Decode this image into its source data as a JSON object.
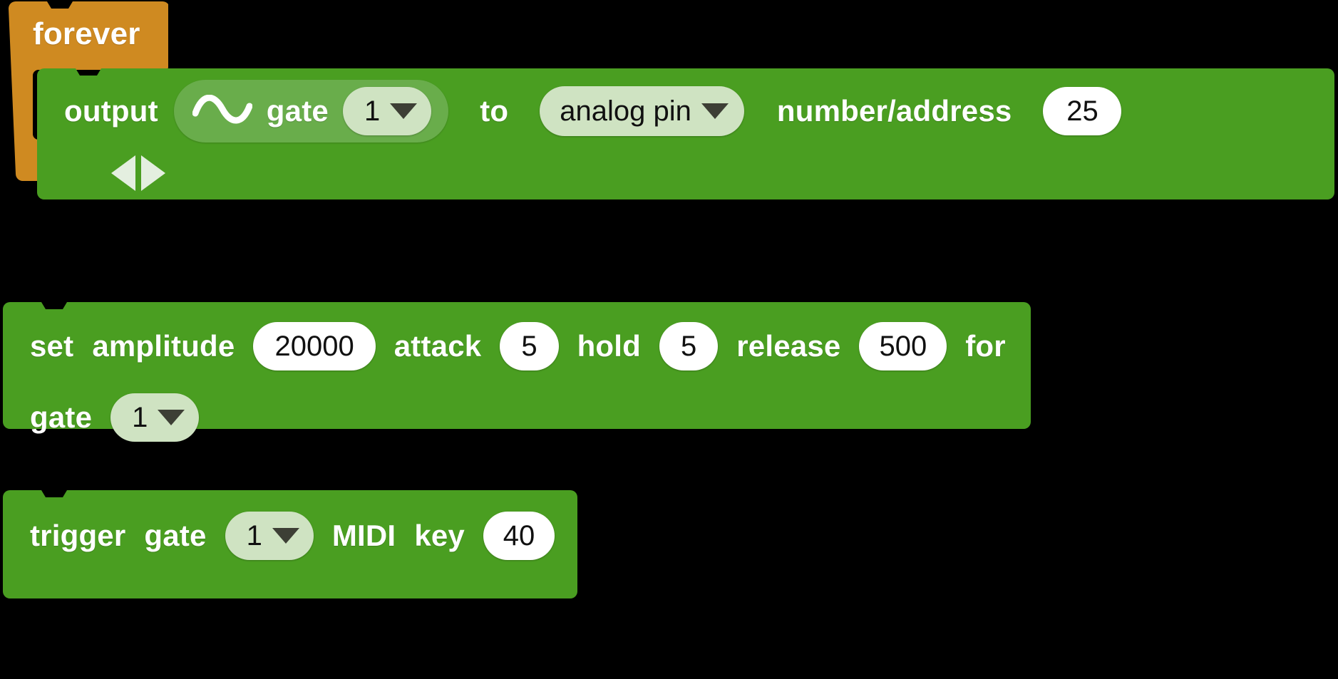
{
  "editor": {
    "background_color": "#000000",
    "title": "Block Editor Workspace"
  },
  "palette": {
    "control_block_color": "#cf8a21",
    "control_block_shadow": "#b97a1c",
    "sound_block_color": "#4a9e21",
    "sound_block_dark_edge": "#3f8a1c",
    "reporter_color": "#69ad4b",
    "dropdown_field_color": "#cfe3c2",
    "text_field_color": "#ffffff",
    "label_text_color": "#ffffff",
    "field_text_color": "#101010",
    "caret_color": "#3d3f35",
    "arrows_icon_color": "#e4efe0"
  },
  "blocks": [
    {
      "id": "forever",
      "type": "control-c-block",
      "label": "forever",
      "color": "#cf8a21"
    },
    {
      "id": "output-gate",
      "type": "sound-statement",
      "color": "#4a9e21",
      "parts": {
        "label_output": "output",
        "reporter": {
          "icon": "sine-wave-icon",
          "label": "gate",
          "dropdown_value": "1"
        },
        "label_to": "to",
        "target_dropdown_value": "analog pin",
        "label_number_address": "number/address",
        "number_value": "25",
        "expand_icon": "left-right-arrows-icon"
      }
    },
    {
      "id": "set-amplitude",
      "type": "sound-statement",
      "color": "#4a9e21",
      "parts": {
        "label_set": "set",
        "label_amplitude": "amplitude",
        "amplitude_value": "20000",
        "label_attack": "attack",
        "attack_value": "5",
        "label_hold": "hold",
        "hold_value": "5",
        "label_release": "release",
        "release_value": "500",
        "label_for": "for",
        "label_gate": "gate",
        "gate_dropdown_value": "1"
      }
    },
    {
      "id": "trigger-gate",
      "type": "sound-statement",
      "color": "#4a9e21",
      "parts": {
        "label_trigger": "trigger",
        "label_gate": "gate",
        "gate_dropdown_value": "1",
        "label_midi": "MIDI",
        "label_key": "key",
        "key_value": "40"
      }
    }
  ]
}
